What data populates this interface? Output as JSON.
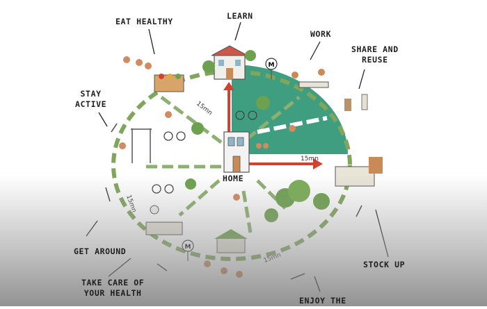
{
  "labels": {
    "eat_healthy": "EAT HEALTHY",
    "learn": "LEARN",
    "work": "WORK",
    "share_reuse_1": "SHARE AND",
    "share_reuse_2": "REUSE",
    "stay_active_1": "STAY",
    "stay_active_2": "ACTIVE",
    "home": "HOME",
    "get_around": "GET AROUND",
    "take_care_1": "TAKE CARE OF",
    "take_care_2": "YOUR HEALTH",
    "stock_up": "STOCK UP",
    "enjoy_the": "ENJOY THE"
  },
  "time_labels": {
    "upper_left": "15mn",
    "right": "15mn",
    "left": "15mn",
    "bottom": "15mn"
  },
  "metro_sign": "M",
  "colors": {
    "green_zone": "#3f9e7f",
    "path_green": "#7fa65a",
    "arrow_red": "#d5412f"
  }
}
